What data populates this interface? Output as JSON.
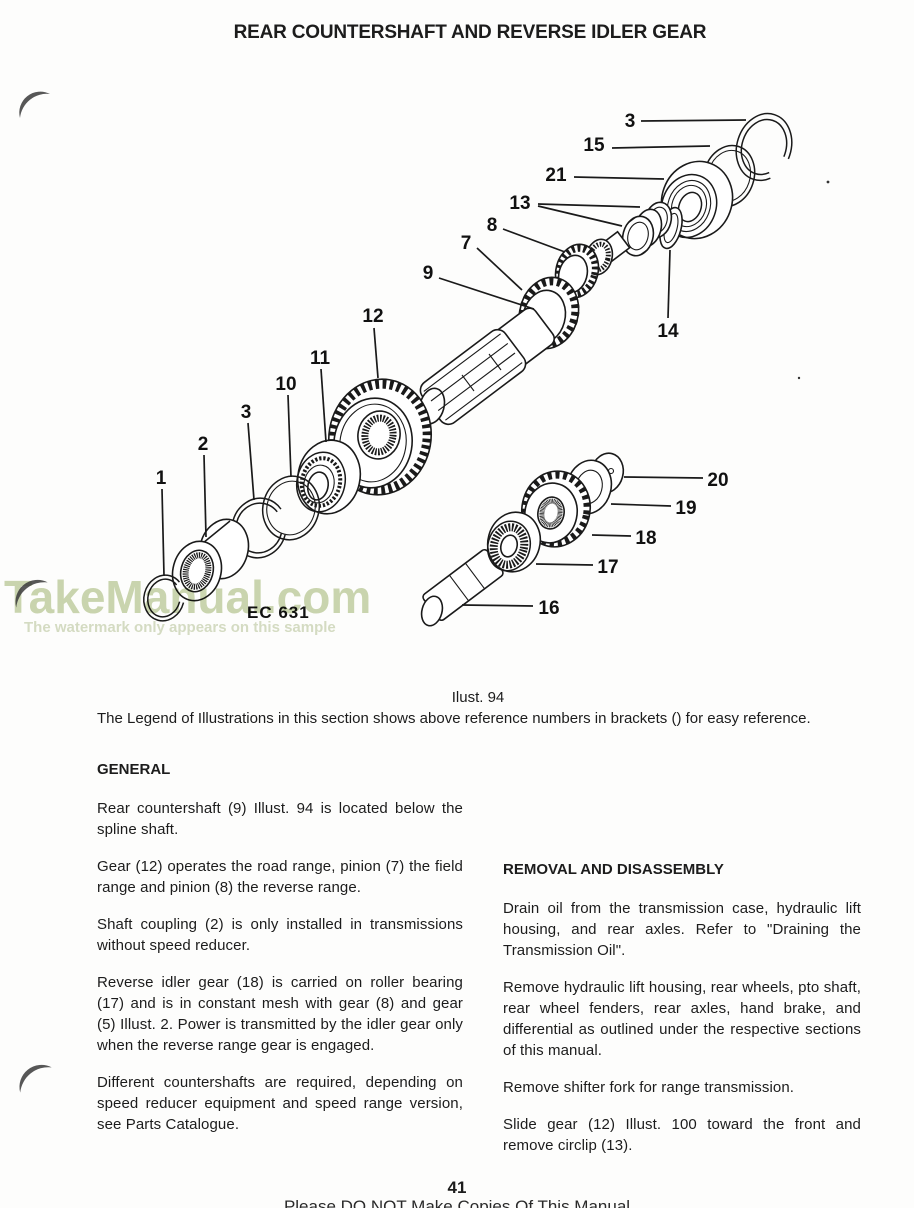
{
  "page": {
    "title": "REAR COUNTERSHAFT AND REVERSE IDLER GEAR",
    "page_number": "41",
    "footer_note": "Please DO NOT Make Copies Of This Manual"
  },
  "watermark": {
    "text": "TakeManual.com",
    "note": "The watermark only appears on this sample",
    "color": "#cbd6b0"
  },
  "figure": {
    "caption": "Ilust. 94",
    "drawing_code": "EC 631",
    "part_labels": [
      "3",
      "15",
      "21",
      "13",
      "8",
      "7",
      "9",
      "12",
      "14",
      "11",
      "10",
      "3",
      "2",
      "1",
      "20",
      "19",
      "18",
      "17",
      "16"
    ]
  },
  "legend_note": "The Legend of Illustrations in this section shows above reference numbers in brackets () for easy reference.",
  "general": {
    "heading": "GENERAL",
    "paragraphs": [
      "Rear countershaft (9) Illust. 94 is located below the spline shaft.",
      "Gear (12) operates the road range, pinion (7) the field range and pinion (8) the reverse range.",
      "Shaft coupling (2) is only installed in transmissions without speed reducer.",
      "Reverse idler gear (18) is carried on roller bearing (17) and is in constant mesh with gear (8) and gear (5) Illust. 2. Power is transmitted by the idler gear only when the reverse range gear is engaged.",
      "Different countershafts are required, depending on speed reducer equipment and speed range version, see Parts Catalogue."
    ]
  },
  "removal": {
    "heading": "REMOVAL AND DISASSEMBLY",
    "paragraphs": [
      "Drain oil from the transmission case, hydraulic lift housing, and rear axles. Refer to \"Draining the Transmission Oil\".",
      "Remove hydraulic lift housing, rear wheels, pto shaft, rear wheel fenders, rear axles, hand brake, and differential as outlined under the respective sections of this manual.",
      "Remove shifter fork for range transmission.",
      "Slide gear (12) Illust. 100 toward the front and remove circlip (13)."
    ]
  }
}
